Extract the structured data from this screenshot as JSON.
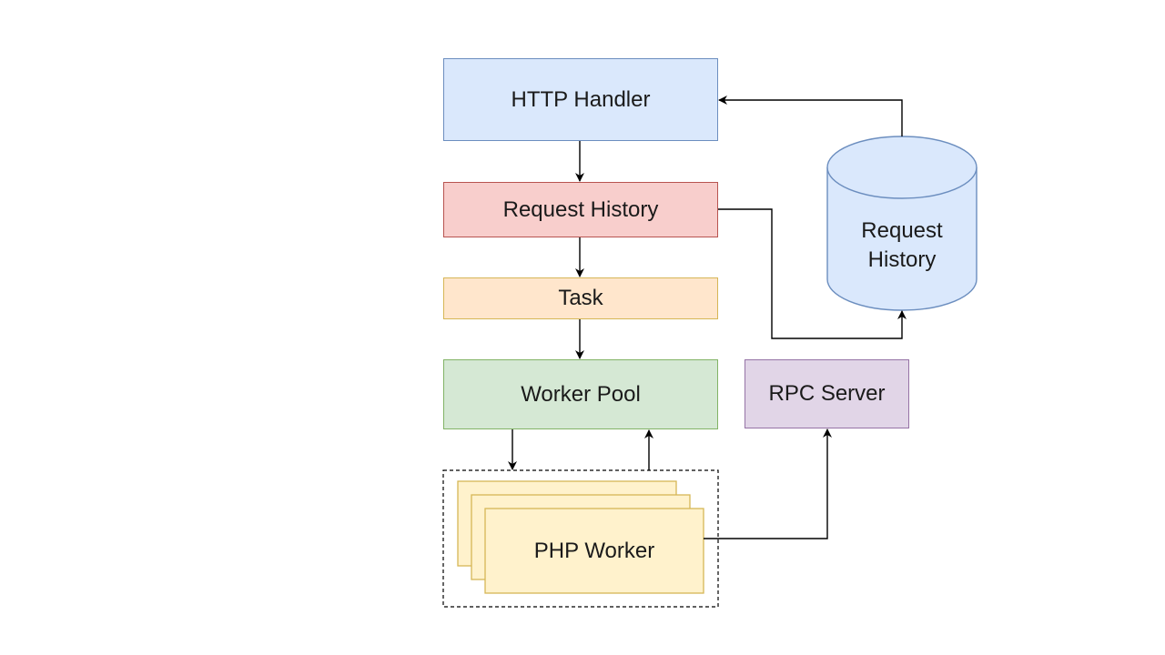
{
  "diagram": {
    "nodes": {
      "http_handler": {
        "label": "HTTP Handler",
        "fill": "#dae8fc",
        "stroke": "#6c8ebf"
      },
      "request_history": {
        "label": "Request History",
        "fill": "#f8cecc",
        "stroke": "#b85450"
      },
      "task": {
        "label": "Task",
        "fill": "#ffe6cc",
        "stroke": "#d6b656"
      },
      "worker_pool": {
        "label": "Worker Pool",
        "fill": "#d5e8d4",
        "stroke": "#82b366"
      },
      "rpc_server": {
        "label": "RPC Server",
        "fill": "#e1d5e7",
        "stroke": "#9673a6"
      },
      "php_worker": {
        "label": "PHP Worker",
        "fill": "#fff2cc",
        "stroke": "#d6b656"
      },
      "request_history_db": {
        "line1": "Request",
        "line2": "History",
        "fill": "#dae8fc",
        "stroke": "#6c8ebf"
      }
    },
    "edges": [
      {
        "from": "HTTP Handler",
        "to": "Request History"
      },
      {
        "from": "Request History",
        "to": "Task"
      },
      {
        "from": "Task",
        "to": "Worker Pool"
      },
      {
        "from": "Worker Pool",
        "to": "PHP Worker"
      },
      {
        "from": "PHP Worker",
        "to": "Worker Pool"
      },
      {
        "from": "PHP Worker",
        "to": "RPC Server"
      },
      {
        "from": "Request History",
        "to": "Request History (store)"
      },
      {
        "from": "Request History (store)",
        "to": "HTTP Handler"
      }
    ]
  }
}
